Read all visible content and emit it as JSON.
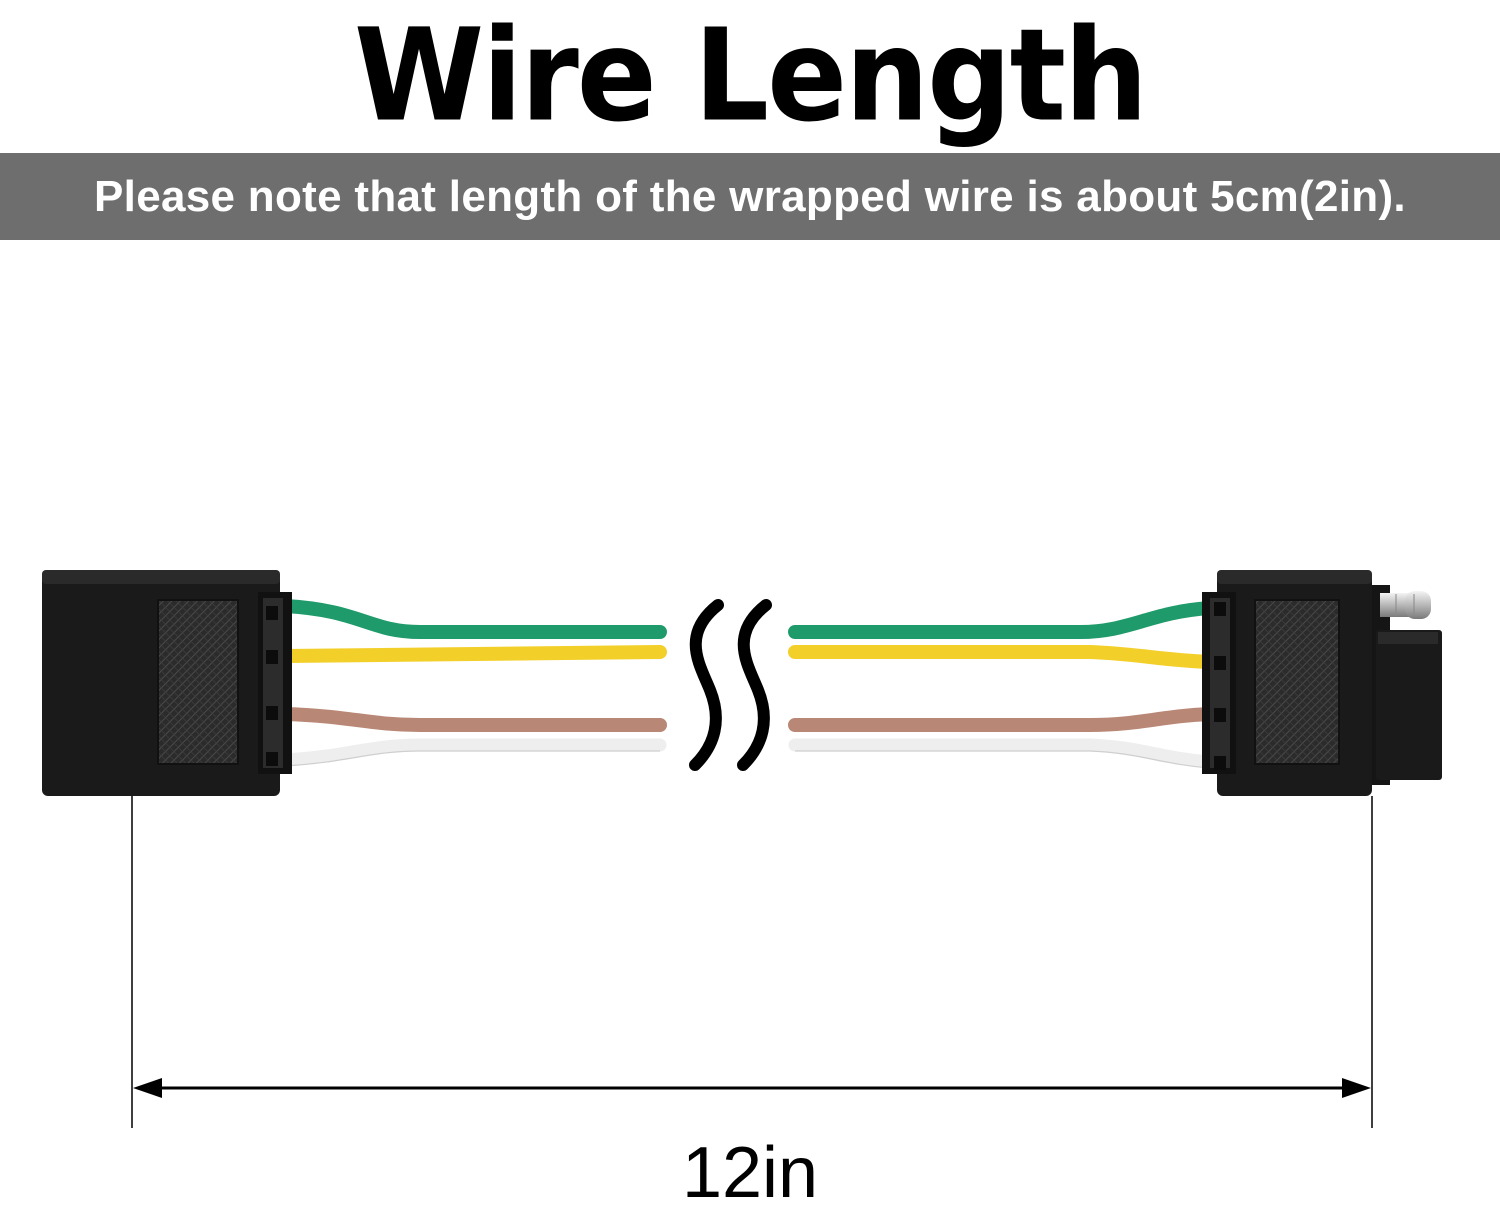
{
  "title": "Wire Length",
  "note": "Please note that length of the wrapped wire is about 5cm(2in).",
  "measurement": "12in",
  "colors": {
    "note_bar": "#6e6e6e",
    "connector": "#1a1a1a",
    "wire_green": "#1f9a6b",
    "wire_yellow": "#f3cf2a",
    "wire_brown": "#b98775",
    "wire_white": "#f2f2f2"
  },
  "icons": [
    "break-symbol-icon",
    "dimension-arrow-icon"
  ]
}
